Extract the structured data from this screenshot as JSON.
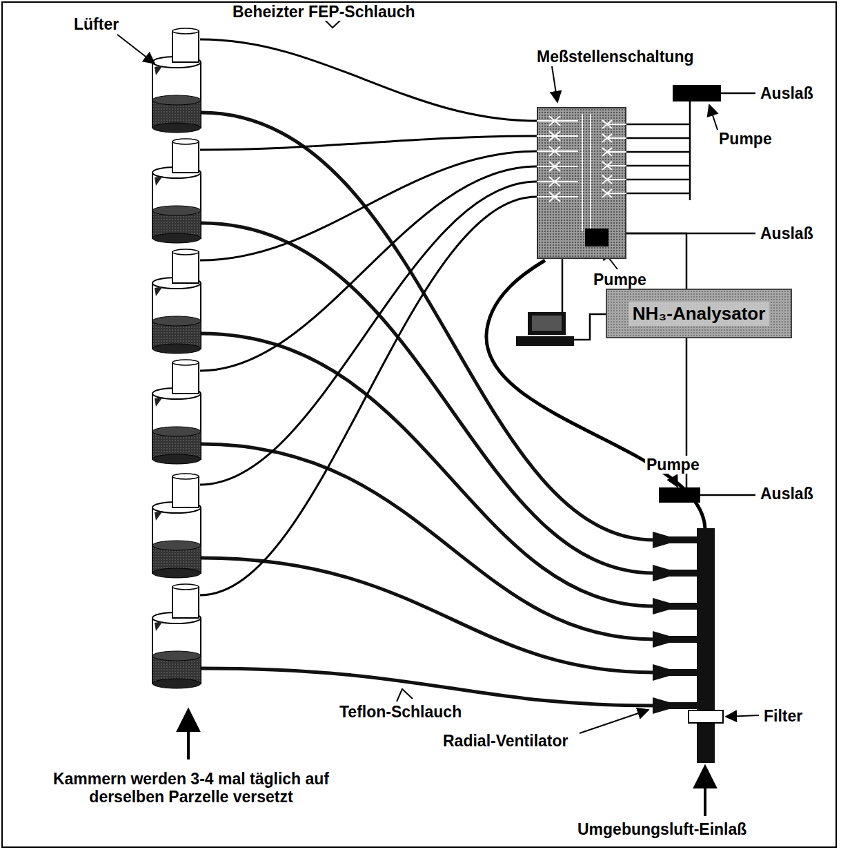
{
  "diagram": {
    "nodes": [
      {
        "text": [
          "Meßstellenschaltung"
        ]
      },
      {
        "text": [
          "NH₃-Analysator"
        ]
      }
    ],
    "edges": [
      {
        "from": 0,
        "to": 1,
        "arrow": "none"
      }
    ],
    "labels": [
      "Lüfter",
      "Beheizter FEP-Schlauch",
      "Auslaß",
      "Pumpe",
      "Auslaß",
      "Pumpe",
      "Auslaß",
      "Pumpe",
      "Teflon-Schlauch",
      "Filter",
      "Radial-Ventilator",
      "Umgebungsluft-Einlaß",
      "Kammern werden 3-4 mal täglich auf derselben Parzelle versetzt"
    ]
  }
}
